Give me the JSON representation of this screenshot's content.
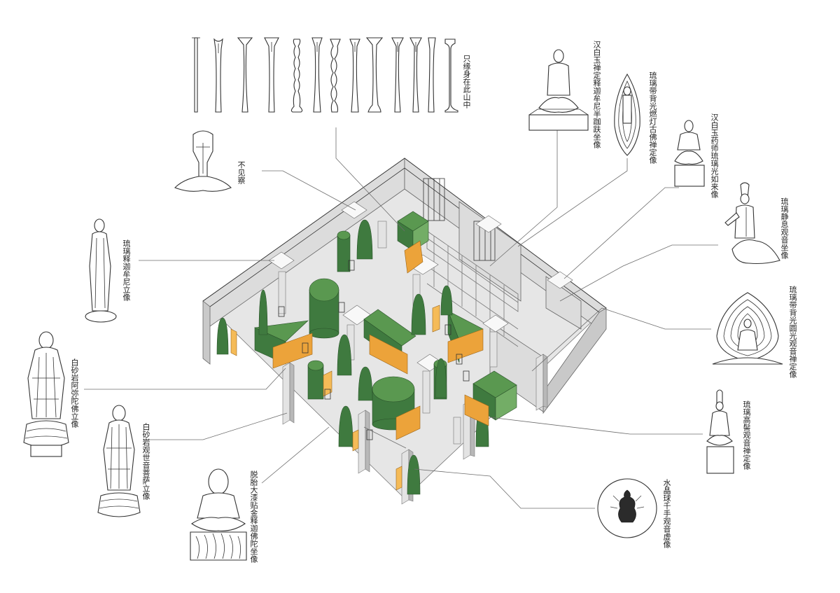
{
  "colors": {
    "green_dark": "#3f7a3f",
    "green_mid": "#5a9850",
    "orange": "#eca33a",
    "wall_grey": "#c9c9c9",
    "floor_grey": "#e6e6e6"
  },
  "labels": {
    "stands": "只缘身在此山中",
    "bujiancha": "不见察",
    "hanbaiyu_shijia": "汉白玉禅定释迦牟尼半跏趺坐像",
    "liuli_randeng": "琉璃带背光燃灯古佛禅定像",
    "hanbaiyu_yaoshi": "汉白玉药师琉璃光如来像",
    "liuli_jingxi": "琉璃静息观音坐像",
    "liuli_shijia_li": "琉璃释迦牟尼立像",
    "liuli_yuanguang": "琉璃带背光圆光观音禅定像",
    "baishayan_amituo": "白砂岩阿弥陀佛立像",
    "liuli_gaoji": "琉璃高髻观音禅定像",
    "baishayan_guanyin": "白砂岩观世音菩萨立像",
    "tuotai": "脱胎大漆贴金释迦佛陀坐像",
    "shuijing": "水晶球千手观音虚像"
  },
  "icons": [
    "stand-icon",
    "seated-buddha-icon",
    "flame-halo-buddha-icon",
    "standing-buddha-icon",
    "lotus-pedestal-icon",
    "round-halo-icon",
    "crystal-ball-icon"
  ]
}
